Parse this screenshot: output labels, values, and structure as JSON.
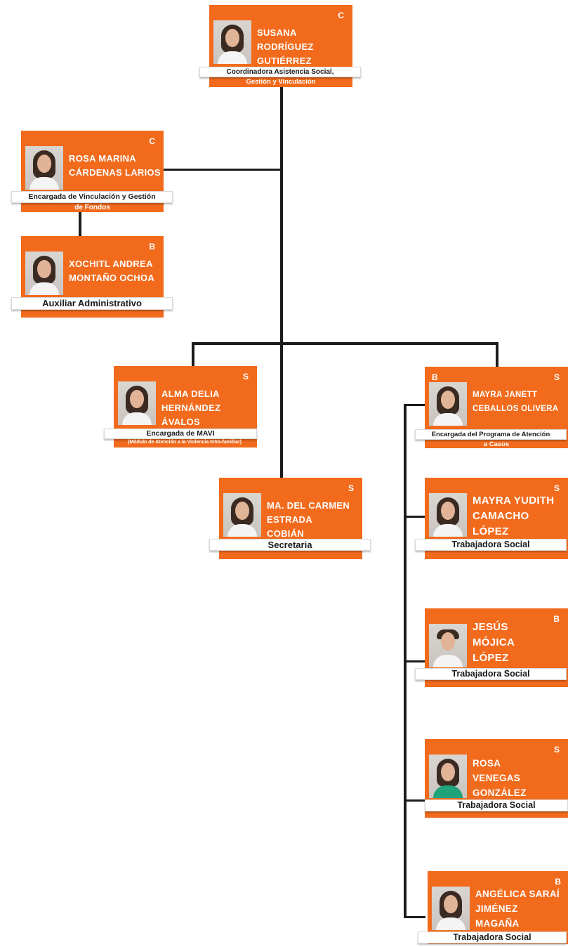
{
  "colors": {
    "card_background": "#f26b1d",
    "card_text": "#ffffff",
    "connector": "#1c1c1c",
    "role_label_background": "#ffffff",
    "role_label_text": "#1a1a1a"
  },
  "cards": [
    {
      "name": "SUSANA\nRODRÍGUEZ\nGUTIÉRREZ",
      "letter_right": "C",
      "role_line1": "Coordinadora Asistencia Social,",
      "role_line2": "Gestión y Vinculación"
    },
    {
      "name": "ROSA MARINA\nCÁRDENAS LARIOS",
      "letter_right": "C",
      "role_line1": "Encargada de Vinculación y Gestión",
      "role_line2": "de Fondos"
    },
    {
      "name": "XOCHITL ANDREA\nMONTAÑO OCHOA",
      "letter_right": "B",
      "role_line1": "Auxiliar Administrativo"
    },
    {
      "name": "ALMA DELIA\nHERNÁNDEZ\nÁVALOS",
      "letter_right": "S",
      "role_line1": "Encargada de MAVI",
      "role_line2": "(Módulo de Atención a la Violencia Intra-familiar)"
    },
    {
      "name": "MA. DEL CARMEN\nESTRADA\nCOBIÁN",
      "letter_right": "S",
      "role_line1": "Secretaria"
    },
    {
      "name": "MAYRA JANETT\nCEBALLOS OLIVERA",
      "letter_left": "B",
      "letter_right": "S",
      "role_line1": "Encargada del Programa de Atención",
      "role_line2": "a Casos"
    },
    {
      "name": "MAYRA YUDITH\nCAMACHO\nLÓPEZ",
      "letter_right": "S",
      "role_line1": "Trabajadora Social"
    },
    {
      "name": "JESÚS\nMÓJICA\nLÓPEZ",
      "letter_right": "B",
      "role_line1": "Trabajadora Social"
    },
    {
      "name": "ROSA\nVENEGAS\nGONZÁLEZ",
      "letter_right": "S",
      "role_line1": "Trabajadora Social"
    },
    {
      "name": "ANGÉLICA SARAÍ\nJIMÉNEZ\nMAGAÑA",
      "letter_right": "B",
      "role_line1": "Trabajadora Social"
    }
  ]
}
